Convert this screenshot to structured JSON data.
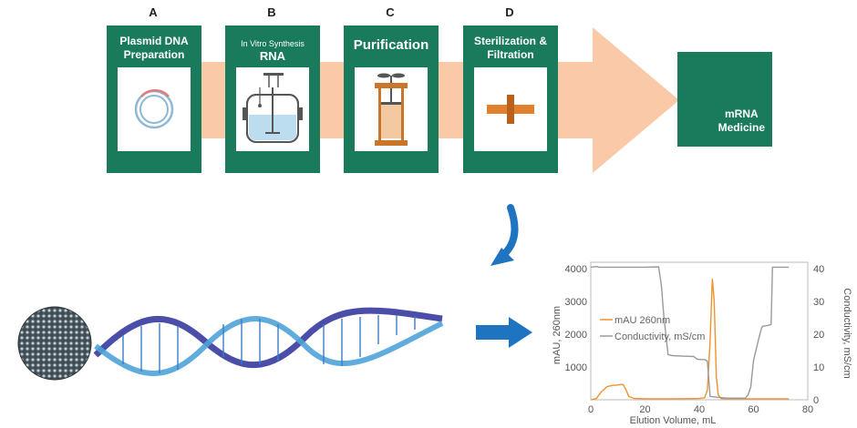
{
  "steps": [
    {
      "letter": "A",
      "title": "Plasmid DNA Preparation",
      "icon": "plasmid-icon"
    },
    {
      "letter": "B",
      "title_small": "In Vitro Synthesis",
      "title": "RNA",
      "icon": "bioreactor-icon"
    },
    {
      "letter": "C",
      "title": "Purification",
      "icon": "chromatography-column-icon"
    },
    {
      "letter": "D",
      "title": "Sterilization & Filtration",
      "icon": "filter-icon"
    }
  ],
  "result": {
    "title_line1": "mRNA",
    "title_line2": "Medicine"
  },
  "colors": {
    "green": "#1a7a5c",
    "arrow": "#f9c9a8",
    "blue_arrow": "#1f74c2",
    "orange": "#f0922e",
    "gray": "#9a9a9a"
  },
  "chart_data": {
    "type": "line",
    "xlabel": "Elution Volume, mL",
    "ylabel": "mAU, 260nm",
    "y2label": "Conductivity, mS/cm",
    "xlim": [
      0,
      80
    ],
    "ylim": [
      0,
      4200
    ],
    "y2lim": [
      0,
      42
    ],
    "xticks": [
      "0",
      "20",
      "40",
      "60",
      "80"
    ],
    "yticks": [
      "1000",
      "2000",
      "3000",
      "4000"
    ],
    "y2ticks": [
      "0",
      "10",
      "20",
      "30",
      "40"
    ],
    "legend_position": "center-left",
    "series": [
      {
        "name": "mAU 260nm",
        "axis": "left",
        "color": "#f0922e",
        "x": [
          0,
          2,
          4,
          6,
          8,
          10,
          11,
          12,
          13,
          14,
          16,
          20,
          30,
          40,
          42,
          43,
          44,
          44.8,
          45.5,
          46.3,
          47,
          48,
          50,
          60,
          70,
          73
        ],
        "y": [
          0,
          40,
          250,
          400,
          440,
          450,
          470,
          460,
          300,
          100,
          40,
          30,
          30,
          40,
          60,
          300,
          1800,
          3700,
          3000,
          700,
          150,
          40,
          30,
          30,
          30,
          30
        ]
      },
      {
        "name": "Conductivity, mS/cm",
        "axis": "right",
        "color": "#9a9a9a",
        "x": [
          0,
          2,
          3,
          10,
          20,
          25,
          26,
          27,
          28.5,
          30,
          35,
          38,
          39,
          40,
          42,
          43,
          44,
          50,
          56,
          57,
          58,
          59,
          60,
          62,
          63,
          63.5,
          64,
          66,
          66.5,
          67,
          72,
          73
        ],
        "y": [
          40.5,
          40.7,
          40.5,
          40.5,
          40.5,
          40.6,
          35,
          25,
          13.8,
          13.5,
          13.3,
          13.2,
          12.5,
          12.3,
          12.3,
          11.8,
          1,
          0.5,
          0.5,
          0.5,
          1.5,
          4,
          12,
          19,
          22,
          22.5,
          22.5,
          22.8,
          23,
          40.5,
          40.5,
          40.5
        ]
      }
    ]
  }
}
